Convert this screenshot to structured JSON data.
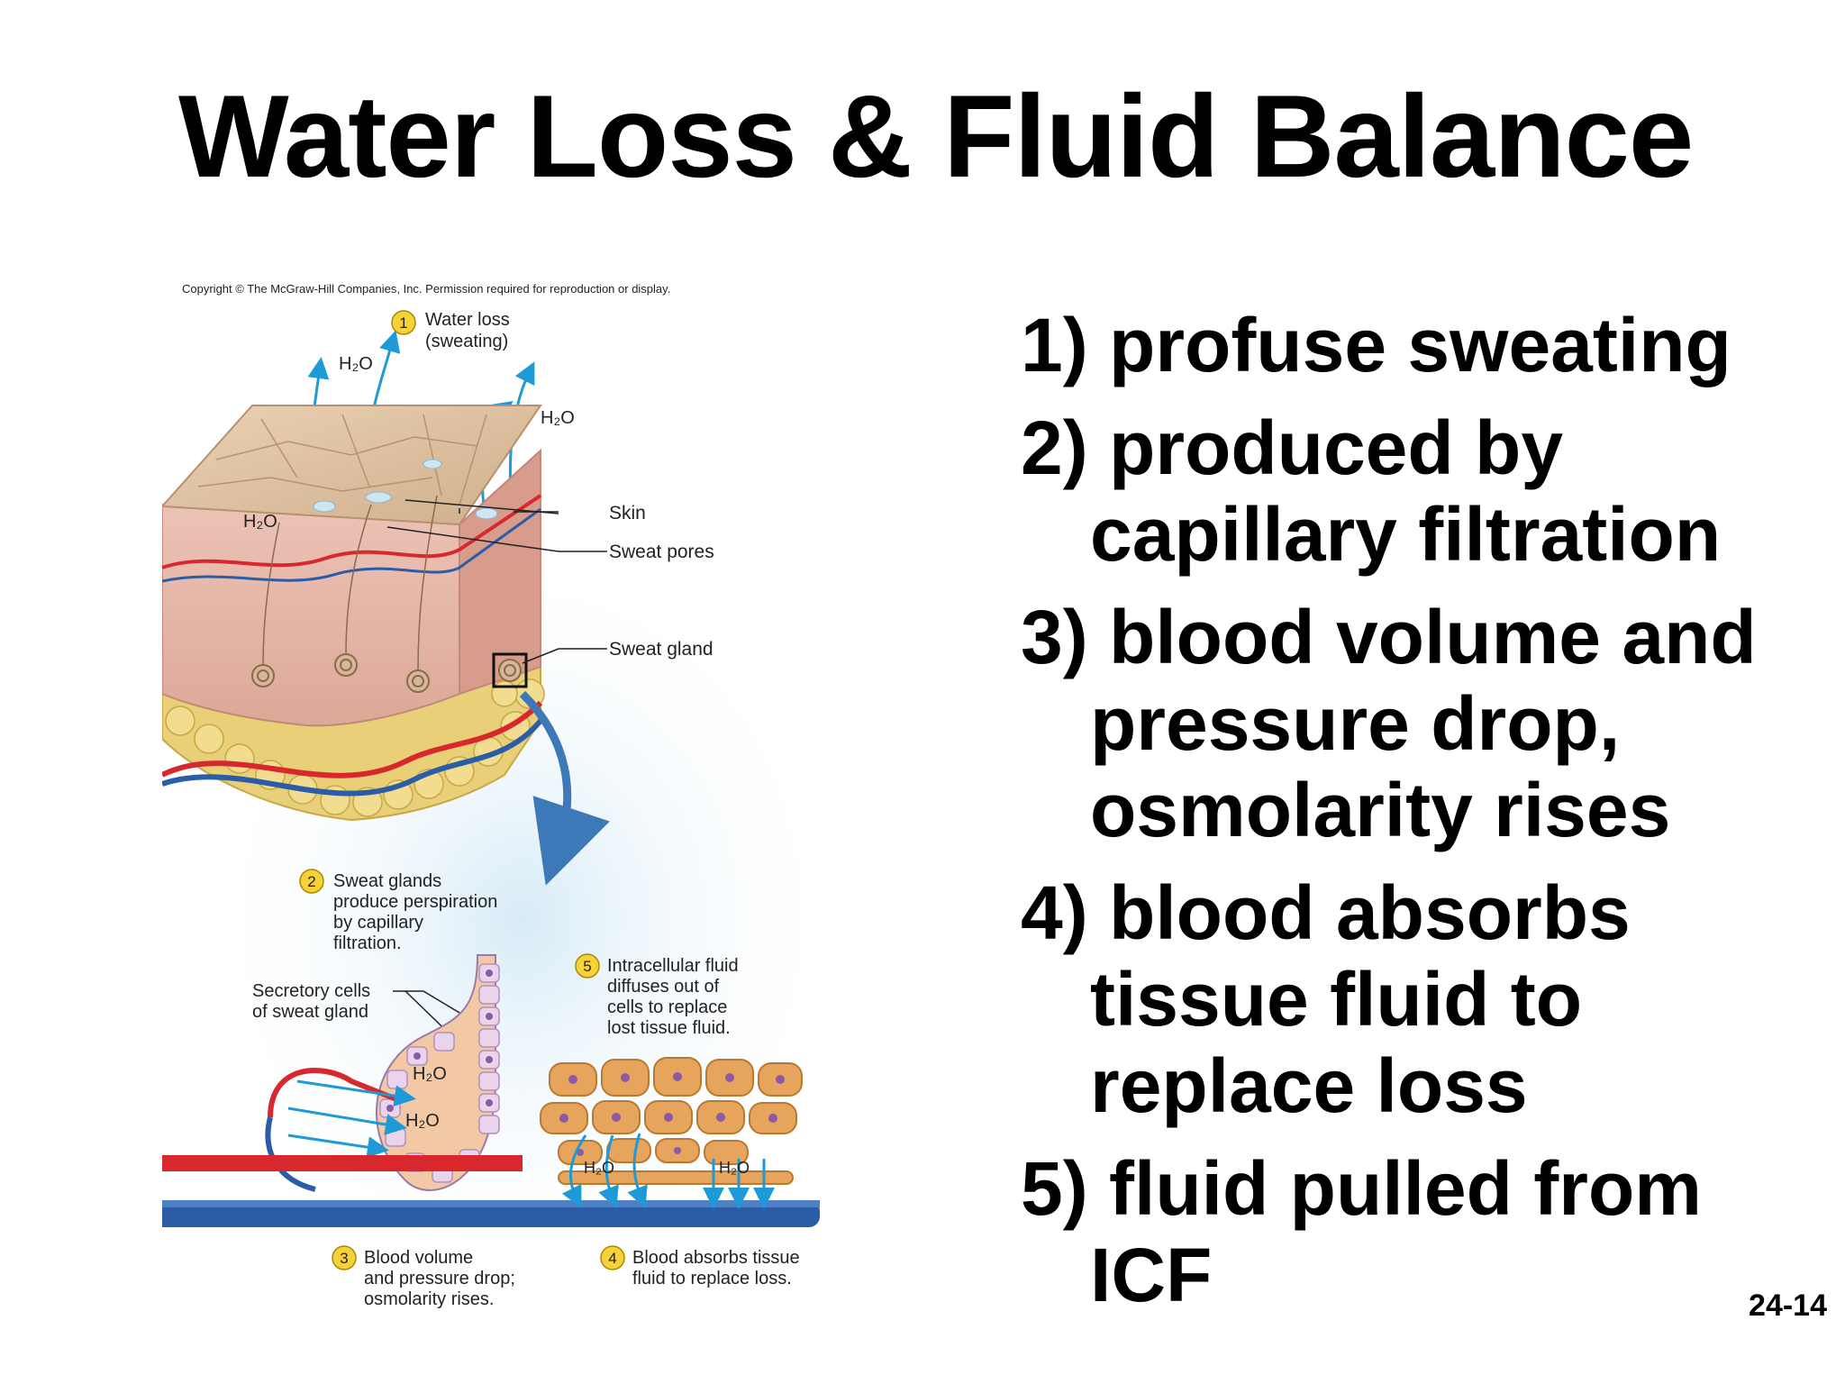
{
  "slide": {
    "title": "Water Loss & Fluid Balance",
    "number": "24-14",
    "points": [
      "1) profuse sweating",
      "2) produced by capillary filtration",
      "3) blood volume and pressure drop, osmolarity rises",
      "4) blood absorbs tissue fluid to replace loss",
      "5) fluid pulled from ICF"
    ]
  },
  "figure": {
    "copyright": "Copyright © The McGraw-Hill Companies, Inc. Permission required for reproduction or display.",
    "h2o": "H₂O",
    "steps": [
      {
        "num": "1",
        "lines": [
          "Water loss",
          "(sweating)"
        ]
      },
      {
        "num": "2",
        "lines": [
          "Sweat glands",
          "produce perspiration",
          "by capillary",
          "filtration."
        ]
      },
      {
        "num": "3",
        "lines": [
          "Blood volume",
          "and pressure drop;",
          "osmolarity rises."
        ]
      },
      {
        "num": "4",
        "lines": [
          "Blood absorbs tissue",
          "fluid to replace loss."
        ]
      },
      {
        "num": "5",
        "lines": [
          "Intracellular fluid",
          "diffuses out of",
          "cells to replace",
          "lost tissue fluid."
        ]
      }
    ],
    "labels": {
      "skin": "Skin",
      "sweat_pores": "Sweat pores",
      "sweat_gland": "Sweat gland",
      "secretory_1": "Secretory cells",
      "secretory_2": "of sweat gland"
    },
    "colors": {
      "arrow": "#1e9ad6",
      "artery": "#d8282e",
      "vein": "#2a5ca8",
      "fat": "#e8cf78",
      "skin_top": "#dcc0a0",
      "dermis": "#e6b8ac",
      "step_badge": "#f6d23a"
    }
  }
}
